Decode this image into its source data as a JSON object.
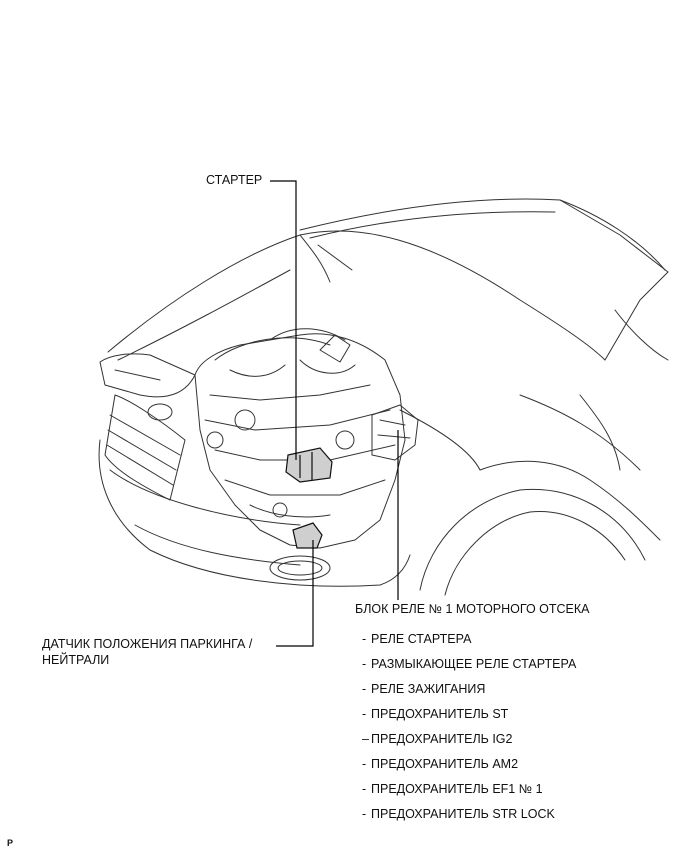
{
  "labels": {
    "starter": "СТАРТЕР",
    "relay_block": "БЛОК РЕЛЕ № 1 МОТОРНОГО ОТСЕКА",
    "sensor_line1": "ДАТЧИК ПОЛОЖЕНИЯ ПАРКИНГА /",
    "sensor_line2": "НЕЙТРАЛИ"
  },
  "relay_items": [
    {
      "dash": "-",
      "label": "РЕЛЕ СТАРТЕРА"
    },
    {
      "dash": "-",
      "label": "РАЗМЫКАЮЩЕЕ РЕЛЕ СТАРТЕРА"
    },
    {
      "dash": "-",
      "label": "РЕЛЕ ЗАЖИГАНИЯ"
    },
    {
      "dash": "-",
      "label": "ПРЕДОХРАНИТЕЛЬ ST"
    },
    {
      "dash": "–",
      "label": "ПРЕДОХРАНИТЕЛЬ IG2"
    },
    {
      "dash": "-",
      "label": "ПРЕДОХРАНИТЕЛЬ AM2"
    },
    {
      "dash": "-",
      "label": "ПРЕДОХРАНИТЕЛЬ EF1 № 1"
    },
    {
      "dash": "-",
      "label": "ПРЕДОХРАНИТЕЛЬ STR LOCK"
    }
  ],
  "footer_code": "P"
}
